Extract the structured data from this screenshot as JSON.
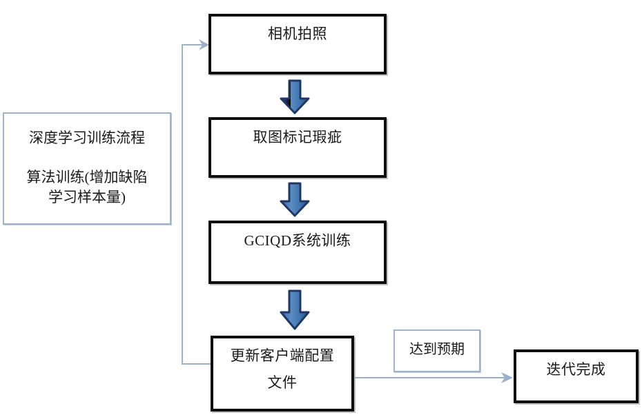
{
  "diagram": {
    "title": "深度学习训练流程",
    "colors": {
      "box_border": "#0d0d0d",
      "note_border": "#9cb2cd",
      "connector": "#9ab0cb",
      "block_arrow_fill": "#4a7ebb",
      "block_arrow_stroke": "#1f3864",
      "background": "#ffffff",
      "text": "#1a1a1a"
    },
    "note_panel": {
      "line1": "深度学习训练流程",
      "line2": "算法训练(增加缺陷",
      "line3": "学习样本量)"
    },
    "nodes": [
      {
        "id": "capture",
        "label": "相机拍照"
      },
      {
        "id": "annotate",
        "label": "取图标记瑕疵"
      },
      {
        "id": "train",
        "label": "GCIQD系统训练"
      },
      {
        "id": "update_l1",
        "label": "更新客户端配置"
      },
      {
        "id": "update_l2",
        "label": "文件"
      },
      {
        "id": "done",
        "label": "迭代完成"
      }
    ],
    "edge_labels": {
      "meets_expectation": "达到预期"
    },
    "block_arrows": [
      {
        "id": "arrow-capture-to-annotate"
      },
      {
        "id": "arrow-annotate-to-train"
      },
      {
        "id": "arrow-train-to-update"
      }
    ],
    "connectors": [
      {
        "id": "feedback-loop-update-to-capture"
      },
      {
        "id": "update-to-done"
      }
    ]
  }
}
